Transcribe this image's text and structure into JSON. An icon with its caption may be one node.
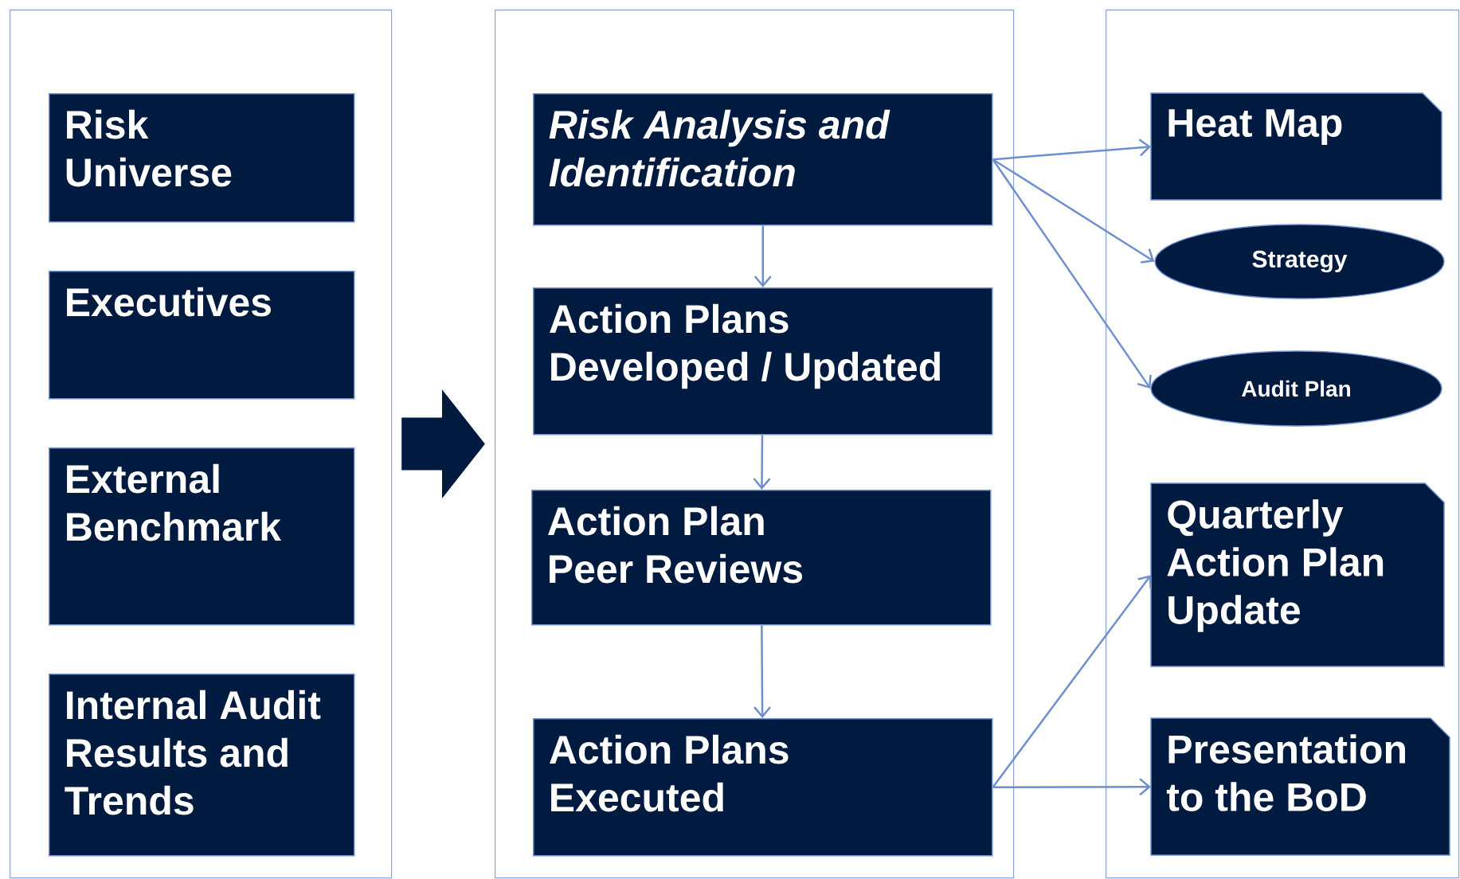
{
  "diagram": {
    "nodes": [
      {
        "text": [],
        "shape": "box"
      },
      {
        "text": [
          "Risk Universe"
        ],
        "in": 0
      },
      {
        "text": [
          "Executives"
        ],
        "in": 0
      },
      {
        "text": [
          "External Benchmark"
        ],
        "in": 0
      },
      {
        "text": [
          "Internal Audit Results and Trends"
        ],
        "in": 0
      },
      {
        "text": [],
        "shape": "box"
      },
      {
        "text": [
          "Risk Analysis and Identification"
        ],
        "in": 5
      },
      {
        "text": [
          "Action Plans Developed / Updated"
        ],
        "in": 5
      },
      {
        "text": [
          "Action Plan Peer Reviews"
        ],
        "in": 5
      },
      {
        "text": [
          "Action Plans Executed"
        ],
        "in": 5
      },
      {
        "text": [],
        "shape": "box"
      },
      {
        "text": [
          "Heat Map"
        ],
        "in": 10
      },
      {
        "text": [
          "Strategy"
        ],
        "in": 10
      },
      {
        "text": [
          "Audit Plan"
        ],
        "in": 10
      },
      {
        "text": [
          "Quarterly Action Plan Update"
        ],
        "in": 10
      },
      {
        "text": [
          "Presentation to the BoD"
        ],
        "in": 10
      }
    ],
    "edges": [
      {
        "from": 0,
        "to": 5,
        "arrow": "to",
        "style": "thick",
        "color": "#001a40"
      },
      {
        "from": 6,
        "to": 7,
        "arrow": "to"
      },
      {
        "from": 7,
        "to": 8,
        "arrow": "to"
      },
      {
        "from": 8,
        "to": 9,
        "arrow": "to"
      },
      {
        "from": 6,
        "to": 11,
        "arrow": "to"
      },
      {
        "from": 6,
        "to": 12,
        "arrow": "to"
      },
      {
        "from": 6,
        "to": 13,
        "arrow": "to"
      },
      {
        "from": 9,
        "to": 14,
        "arrow": "to"
      },
      {
        "from": 9,
        "to": 15,
        "arrow": "to"
      }
    ]
  }
}
